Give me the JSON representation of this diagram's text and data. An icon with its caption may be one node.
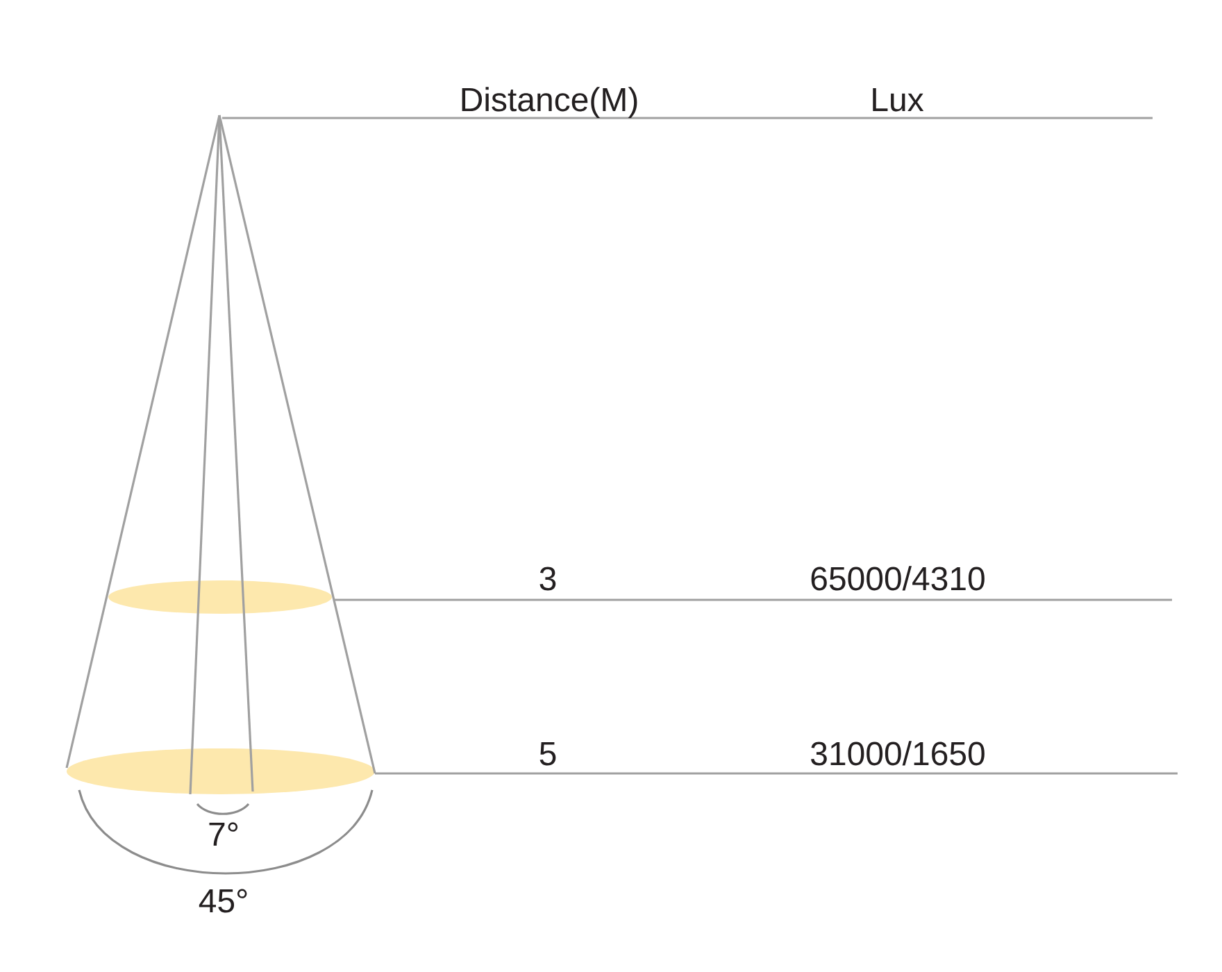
{
  "diagram": {
    "labels": [
      "Distance(M)",
      "Lux",
      "3",
      "65000/4310",
      "5",
      "31000/1650",
      "7°",
      "45°"
    ]
  }
}
